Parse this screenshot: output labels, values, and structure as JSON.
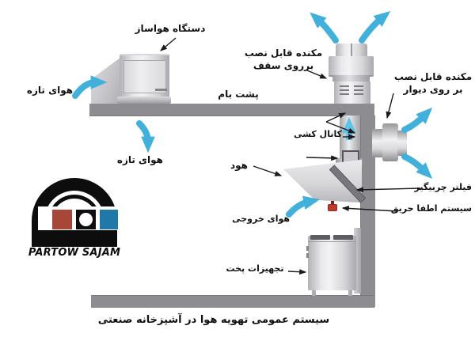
{
  "diagram": {
    "caption": "سیستم عمومی تهویه هوا در آشپزخانه صنعتی"
  },
  "labels": {
    "air_handler": "دستگاه هواساز",
    "fresh_air_left": "هوای تازه",
    "fresh_air_mid": "هوای تازه",
    "rooftop": "پشت بام",
    "roof_exhaust_line1": "مکنده قابل نصب",
    "roof_exhaust_line2": "برروی سقف",
    "wall_exhaust_line1": "مکنده قابل نصب",
    "wall_exhaust_line2": "بر روی دیوار",
    "ducting": "کانال کشی",
    "hood": "هود",
    "grease_filter": "فیلتر چربیگیر",
    "fire_suppression": "سیستم اطفا حریق",
    "exhaust_air": "هوای خروجی",
    "cooking_equipment": "تجهیزات پخت"
  },
  "logo": {
    "brand": "PARTOW SAJAM"
  },
  "colors": {
    "airflow_blue": "#41b1dc",
    "duct_arrow_blue": "#5fc3e7",
    "structure_gray": "#8d8d91",
    "logo_red": "#a84638",
    "logo_blue": "#1f78a8",
    "text": "#1a1a1a"
  }
}
